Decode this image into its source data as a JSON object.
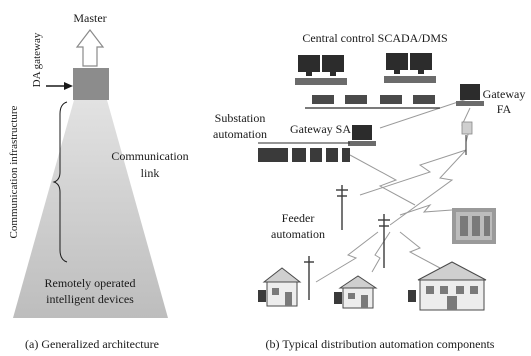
{
  "left_panel": {
    "master_label": "Master",
    "da_gateway_label": "DA gateway",
    "comm_infrastructure_label": "Communication infrastructure",
    "comm_link_label": [
      "Communication",
      "link"
    ],
    "devices_label": [
      "Remotely operated",
      "intelligent devices"
    ],
    "caption": "(a) Generalized architecture"
  },
  "right_panel": {
    "central_label": "Central control SCADA/DMS",
    "gateway_fa_label": [
      "Gateway",
      "FA"
    ],
    "substation_label": [
      "Substation",
      "automation"
    ],
    "gateway_sa_label": "Gateway SA",
    "feeder_label": [
      "Feeder",
      "automation"
    ],
    "caption": "(b) Typical distribution automation components"
  },
  "colors": {
    "beam": "#c9c9c9",
    "gateway_box": "#8c8c8c",
    "monitor": "#2c2c2c",
    "link": "#9a9a9a"
  }
}
